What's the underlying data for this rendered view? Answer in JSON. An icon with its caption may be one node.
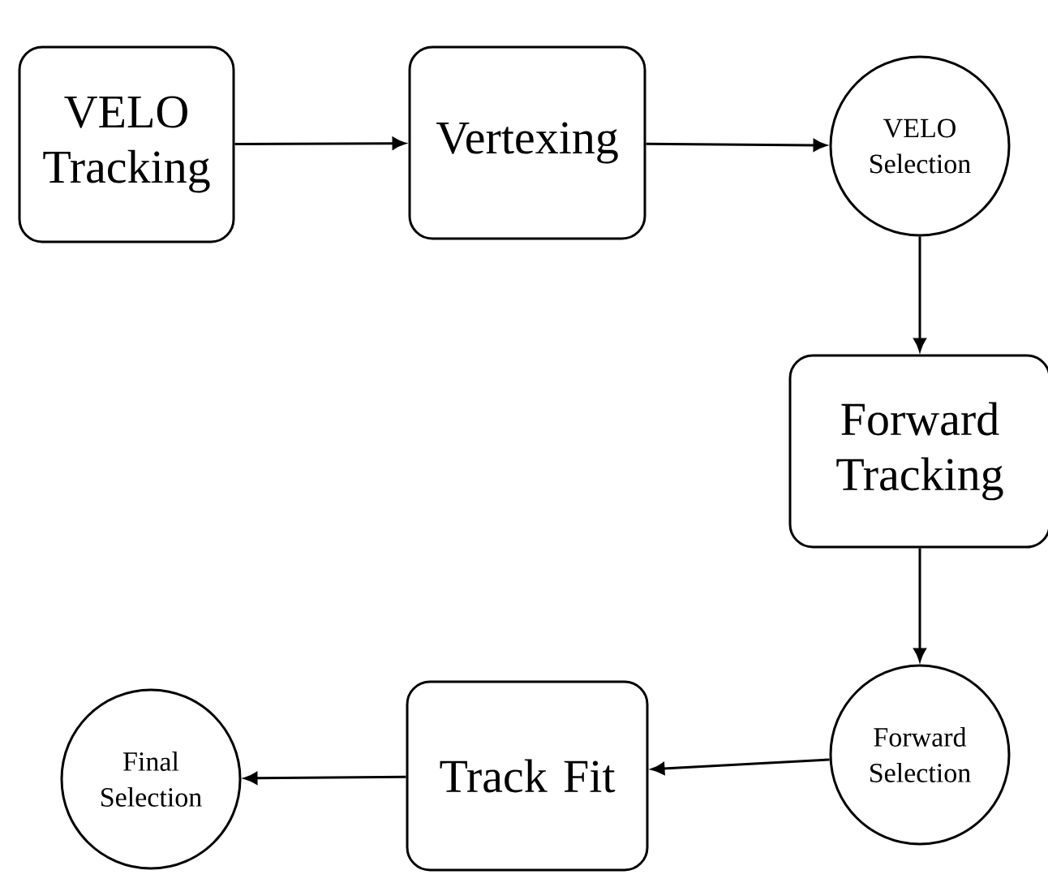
{
  "diagram": {
    "nodes": [
      {
        "text": [
          "VELO Tracking"
        ]
      },
      {
        "text": [
          "Vertexing"
        ]
      },
      {
        "text": [
          "VELO Selection"
        ]
      },
      {
        "text": [
          "Forward Tracking"
        ]
      },
      {
        "text": [
          "Forward Selection"
        ]
      },
      {
        "text": [
          "Track Fit"
        ]
      },
      {
        "text": [
          "Final Selection"
        ]
      }
    ],
    "edges": [
      {
        "from": 0,
        "to": 1,
        "arrow": "to"
      },
      {
        "from": 1,
        "to": 2,
        "arrow": "to"
      },
      {
        "from": 2,
        "to": 3,
        "arrow": "to"
      },
      {
        "from": 3,
        "to": 4,
        "arrow": "to"
      },
      {
        "from": 4,
        "to": 5,
        "arrow": "to"
      },
      {
        "from": 5,
        "to": 6,
        "arrow": "to"
      }
    ]
  }
}
